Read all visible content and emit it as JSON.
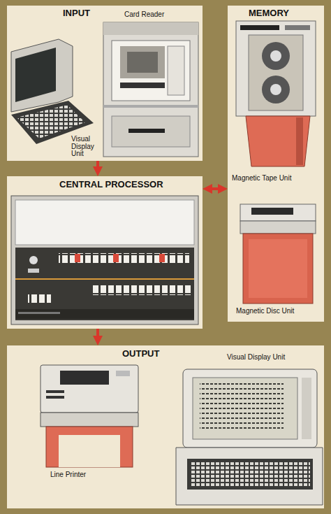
{
  "diagram": {
    "nodes": [
      {
        "text": [
          "INPUT"
        ]
      },
      {
        "text": [
          "Card Reader"
        ],
        "in": 0
      },
      {
        "text": [
          "Visual Display Unit"
        ],
        "in": 0
      },
      {
        "text": [
          "MEMORY"
        ]
      },
      {
        "text": [
          "Magnetic Tape Unit"
        ],
        "in": 3
      },
      {
        "text": [
          "Magnetic Disc Unit"
        ],
        "in": 3
      },
      {
        "text": [
          "CENTRAL PROCESSOR"
        ]
      },
      {
        "text": [
          "OUTPUT"
        ]
      },
      {
        "text": [
          "Line Printer"
        ],
        "in": 7
      },
      {
        "text": [
          "Visual Display Unit"
        ],
        "in": 7
      }
    ],
    "edges": [
      {
        "from": 0,
        "to": 6,
        "arrow": "to"
      },
      {
        "from": 6,
        "to": 3,
        "arrow": "both"
      },
      {
        "from": 6,
        "to": 7,
        "arrow": "to"
      }
    ]
  }
}
